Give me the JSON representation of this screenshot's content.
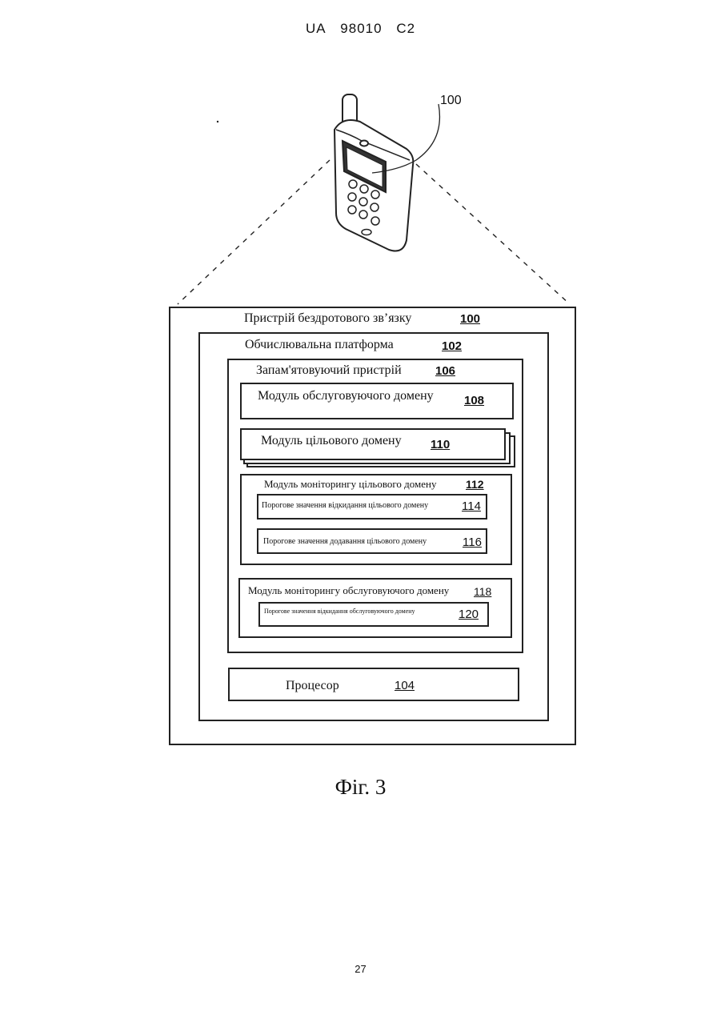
{
  "header": {
    "country": "UA",
    "number": "98010",
    "kind": "C2"
  },
  "phone_ref": "100",
  "blocks": {
    "device": {
      "label": "Пристрій бездротового зв’язку",
      "ref": "100"
    },
    "platform": {
      "label": "Обчислювальна платформа",
      "ref": "102"
    },
    "memory": {
      "label": "Запам'ятовуючий пристрій",
      "ref": "106"
    },
    "serving_module": {
      "label": "Модуль обслуговуючого домену",
      "ref": "108"
    },
    "target_module": {
      "label": "Модуль цільового домену",
      "ref": "110"
    },
    "target_monitor": {
      "label": "Модуль моніторингу цільового домену",
      "ref": "112"
    },
    "target_drop": {
      "label": "Порогове значення відкидання цільового домену",
      "ref": "114"
    },
    "target_add": {
      "label": "Порогове значення додавання цільового домену",
      "ref": "116"
    },
    "serving_monitor": {
      "label": "Модуль моніторингу обслуговуючого домену",
      "ref": "118"
    },
    "serving_drop": {
      "label": "Порогове значення відкидання обслуговуючого домену",
      "ref": "120"
    },
    "processor": {
      "label": "Процесор",
      "ref": "104"
    }
  },
  "figure_caption": "Фіг. 3",
  "page_number": "27"
}
